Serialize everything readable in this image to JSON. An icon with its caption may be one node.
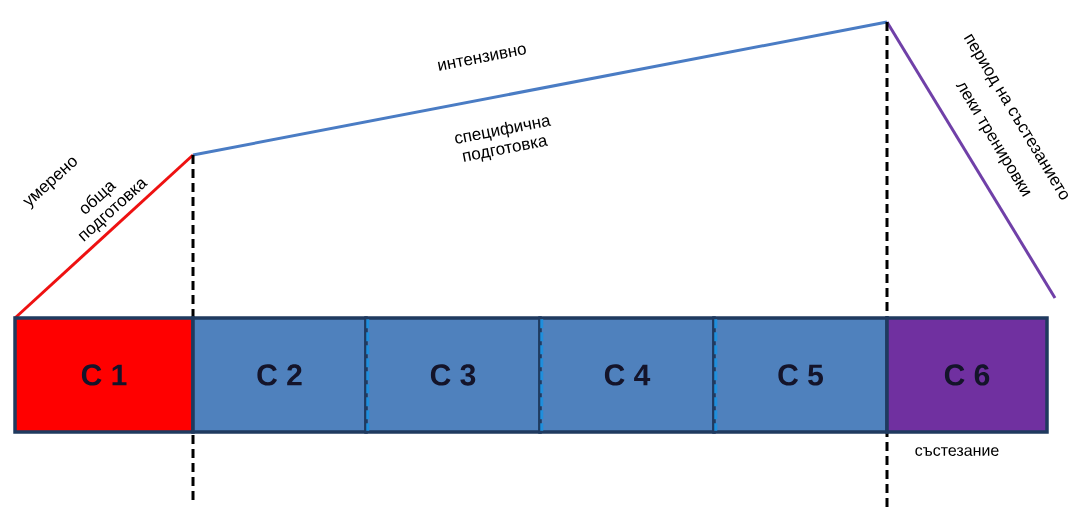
{
  "diagram": {
    "nodes": [
      {
        "text": [
          "С 1"
        ]
      },
      {
        "text": [
          "С 2"
        ]
      },
      {
        "text": [
          "С 3"
        ]
      },
      {
        "text": [
          "С 4"
        ]
      },
      {
        "text": [
          "С 5"
        ]
      },
      {
        "text": [
          "С 6"
        ],
        "beside": [
          "състезание"
        ]
      }
    ],
    "labels": [
      "умерено",
      "обща подготовка",
      "интензивно",
      "специфична подготовка",
      "период на състезанието",
      "леки тренировки"
    ]
  }
}
